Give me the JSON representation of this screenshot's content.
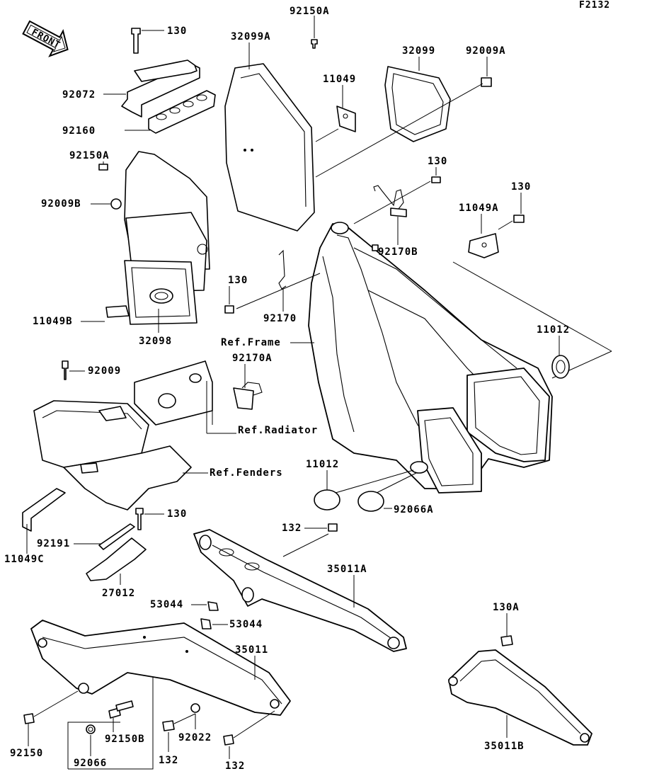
{
  "diagram_code": "F2132",
  "front_badge": "FRONT",
  "labels": {
    "l_130_a": "130",
    "l_92150A_top": "92150A",
    "l_32099A": "32099A",
    "l_32099": "32099",
    "l_92009A": "92009A",
    "l_11049": "11049",
    "l_92072": "92072",
    "l_92160": "92160",
    "l_92150A_left": "92150A",
    "l_92009B": "92009B",
    "l_130_b": "130",
    "l_130_c": "130",
    "l_11049A": "11049A",
    "l_92170B": "92170B",
    "l_130_d": "130",
    "l_92170": "92170",
    "l_11049B": "11049B",
    "l_32098": "32098",
    "l_ref_frame": "Ref.Frame",
    "l_92170A": "92170A",
    "l_11012_right": "11012",
    "l_92009": "92009",
    "l_ref_radiator": "Ref.Radiator",
    "l_ref_fenders": "Ref.Fenders",
    "l_11012_mid": "11012",
    "l_92066A": "92066A",
    "l_130_e": "130",
    "l_11049C": "11049C",
    "l_92191": "92191",
    "l_132_top": "132",
    "l_27012": "27012",
    "l_35011A": "35011A",
    "l_53044_a": "53044",
    "l_53044_b": "53044",
    "l_130A": "130A",
    "l_35011": "35011",
    "l_92150": "92150",
    "l_92150B": "92150B",
    "l_92022": "92022",
    "l_92066": "92066",
    "l_132_mid": "132",
    "l_132_bot": "132",
    "l_35011B": "35011B"
  }
}
